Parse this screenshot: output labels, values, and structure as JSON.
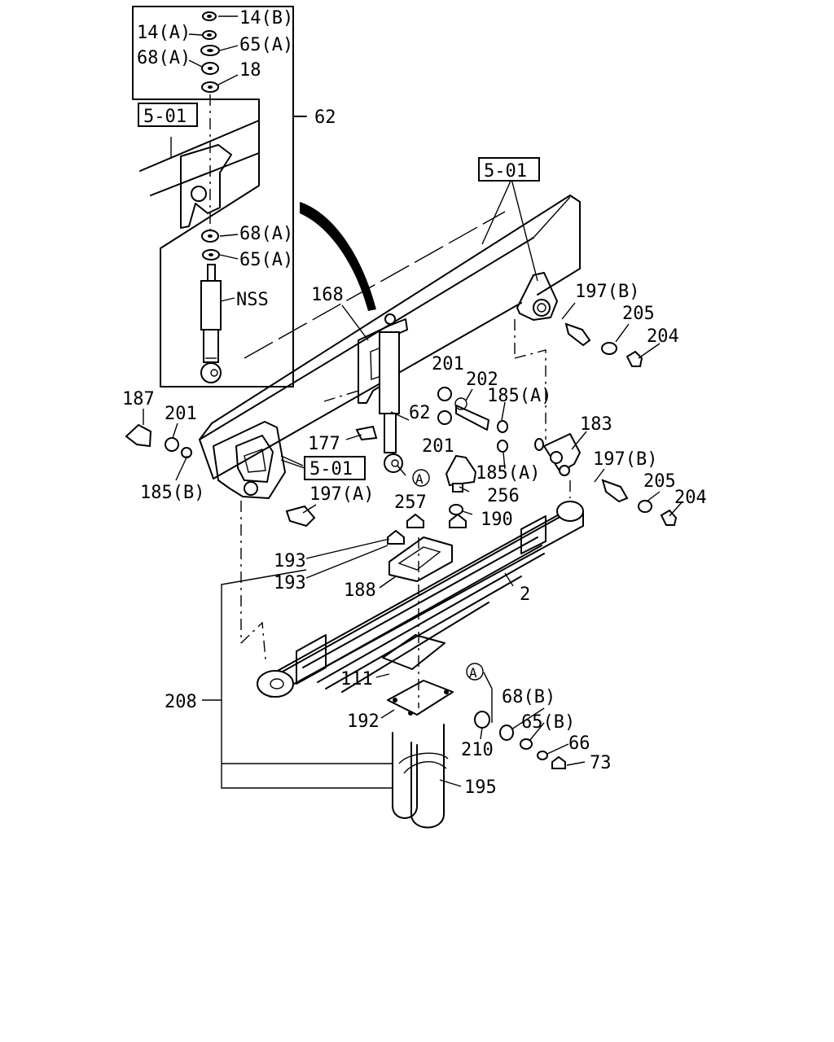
{
  "labels": {
    "l14b": "14(B)",
    "l14a": "14(A)",
    "l65a_top": "65(A)",
    "l68a_top": "68(A)",
    "l18": "18",
    "l62_inset": "62",
    "l501_inset": "5-01",
    "l68a_mid": "68(A)",
    "l65a_mid": "65(A)",
    "lnss": "NSS",
    "l501_top": "5-01",
    "l168": "168",
    "l197b_top": "197(B)",
    "l205_top": "205",
    "l204_top": "204",
    "l201_a": "201",
    "l202": "202",
    "l185a_a": "185(A)",
    "l183": "183",
    "l187": "187",
    "l201_left": "201",
    "l62": "62",
    "l201_b": "201",
    "l177": "177",
    "l185a_b": "185(A)",
    "l197b_mid": "197(B)",
    "l205_mid": "205",
    "l204_mid": "204",
    "l501_mid": "5-01",
    "l185b": "185(B)",
    "l197a": "197(A)",
    "l257": "257",
    "l256": "256",
    "l190": "190",
    "l193_a": "193",
    "l193_b": "193",
    "l188": "188",
    "l2": "2",
    "l111": "111",
    "lA_low": "A",
    "lA_mid": "A",
    "l68b": "68(B)",
    "l65b": "65(B)",
    "l66": "66",
    "l73": "73",
    "l208": "208",
    "l192": "192",
    "l210": "210",
    "l195": "195"
  }
}
